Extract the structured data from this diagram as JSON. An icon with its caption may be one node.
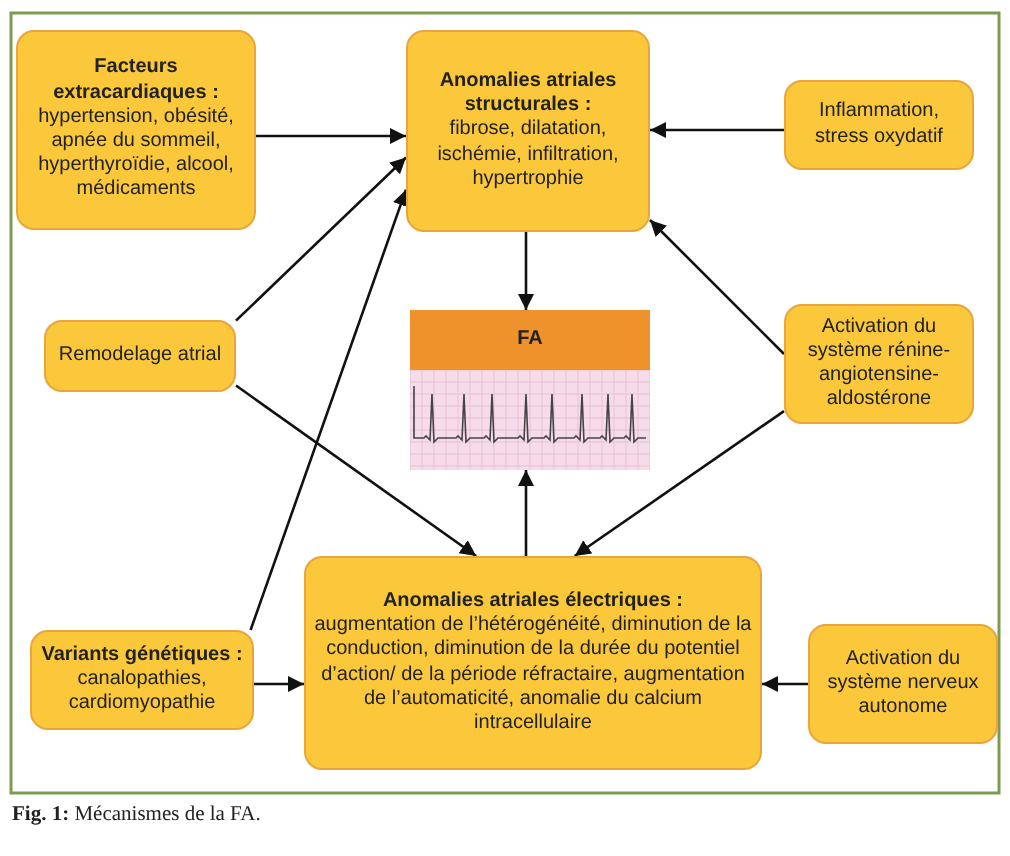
{
  "diagram": {
    "caption": "**Fig. 1:** Mécanismes de la FA.",
    "nodes": [
      {
        "text": [
          "Facteurs extracardiaques :",
          "hypertension, obésité, apnée du sommeil, hyperthyroïdie, alcool, médicaments"
        ]
      },
      {
        "text": [
          "Anomalies atriales structurales :",
          "fibrose, dilatation, ischémie, infiltration, hypertrophie"
        ]
      },
      {
        "text": [
          "Inflammation, stress oxydatif"
        ]
      },
      {
        "text": [
          "FA"
        ]
      },
      {
        "text": [
          "Remodelage atrial"
        ]
      },
      {
        "text": [
          "Activation du système rénine-angiotensine-aldostérone"
        ]
      },
      {
        "text": [
          "Variants génétiques :",
          "canalopathies, cardiomyopathie"
        ]
      },
      {
        "text": [
          "Anomalies atriales électriques :",
          "augmentation de l’hétérogénéité, diminution de la conduction, diminution de la durée du potentiel d’action/ de la période réfractaire, augmentation de l’automaticité, anomalie du calcium intracellulaire"
        ]
      },
      {
        "text": [
          "Activation du système nerveux autonome"
        ]
      }
    ],
    "edges": [
      {
        "from": 0,
        "to": 1,
        "arrow": "to"
      },
      {
        "from": 2,
        "to": 1,
        "arrow": "to"
      },
      {
        "from": 1,
        "to": 3,
        "arrow": "to"
      },
      {
        "from": 4,
        "to": 1,
        "arrow": "to"
      },
      {
        "from": 6,
        "to": 1,
        "arrow": "to"
      },
      {
        "from": 4,
        "to": 7,
        "arrow": "to"
      },
      {
        "from": 5,
        "to": 1,
        "arrow": "to"
      },
      {
        "from": 5,
        "to": 7,
        "arrow": "to"
      },
      {
        "from": 7,
        "to": 3,
        "arrow": "to"
      },
      {
        "from": 6,
        "to": 7,
        "arrow": "to"
      },
      {
        "from": 8,
        "to": 7,
        "arrow": "to"
      }
    ]
  }
}
